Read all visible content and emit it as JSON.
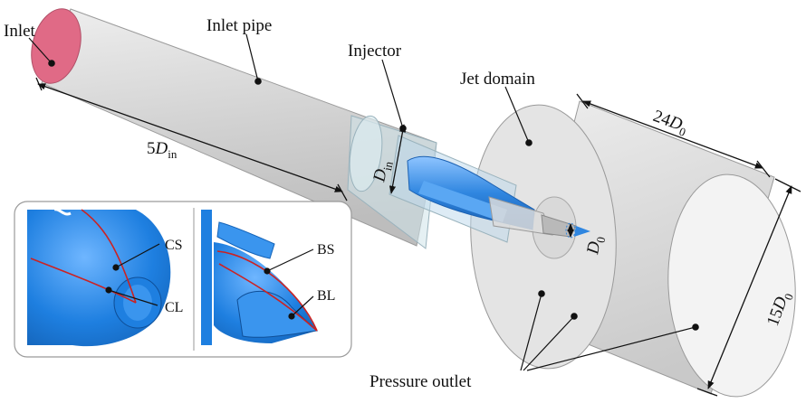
{
  "labels": {
    "inlet": "Inlet",
    "inlet_pipe": "Inlet pipe",
    "injector": "Injector",
    "jet_domain": "Jet domain",
    "pressure_outlet": "Pressure outlet",
    "cs": "CS",
    "cl": "CL",
    "bs": "BS",
    "bl": "BL"
  },
  "dimensions": {
    "pipe_length_coef": "5",
    "pipe_length_var": "D",
    "pipe_length_sub": "in",
    "pipe_diameter_var": "D",
    "pipe_diameter_sub": "in",
    "orifice_var": "D",
    "orifice_sub": "0",
    "domain_length_coef": "24",
    "domain_length_var": "D",
    "domain_length_sub": "0",
    "domain_diameter_coef": "15",
    "domain_diameter_var": "D",
    "domain_diameter_sub": "0"
  },
  "colors": {
    "inlet_face": "#e06a86",
    "pipe": "#d4d4d4",
    "domain": "#dedede",
    "injector": "#2f86e0",
    "red_line": "#cc2222"
  }
}
